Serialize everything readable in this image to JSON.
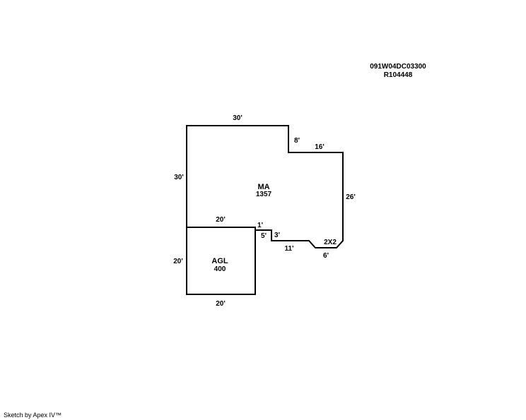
{
  "header": {
    "parcel_id": "091W04DC03300",
    "record_id": "R104448"
  },
  "areas": {
    "main": {
      "code": "MA",
      "size": "1357"
    },
    "garage": {
      "code": "AGL",
      "size": "400"
    }
  },
  "dimensions": {
    "ma_top": "30'",
    "ma_left": "30'",
    "ma_step_down": "8'",
    "ma_upper_right": "16'",
    "ma_right": "26'",
    "ma_notch_right": "6'",
    "ma_bay": "2X2",
    "ma_lower_run": "11'",
    "ma_step_3": "3'",
    "ma_step_5": "5'",
    "ma_step_1": "1'",
    "agl_top": "20'",
    "agl_left": "20'",
    "agl_bottom": "20'"
  },
  "footer": {
    "credit": "Sketch by Apex IV™"
  },
  "colors": {
    "line": "#000000",
    "background": "#ffffff"
  }
}
